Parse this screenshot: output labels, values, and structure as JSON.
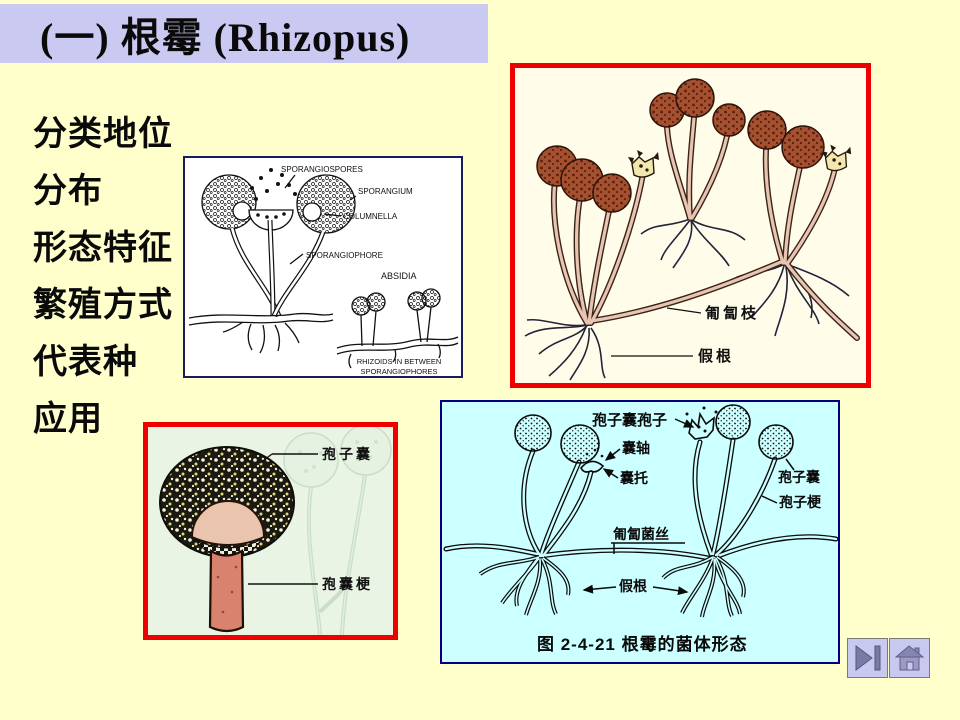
{
  "palette": {
    "slide_bg": "#FFFFCC",
    "title_bg": "#C9C9F2",
    "red_border": "#EE0000",
    "navy_border": "#00007F",
    "cyan_bg": "#CCFFFF",
    "mint_bg": "#E9F4E5",
    "photo_bg": "#FFFDEA",
    "nav_button_bg": "#C9C9EF",
    "nav_icon_color": "#7A7AA6",
    "sporangium_brown": "#A5502E",
    "stalk_pink": "#D9826E"
  },
  "title": {
    "text": "(一) 根霉 (Rhizopus)"
  },
  "topics": {
    "items": [
      "分类地位",
      "分布",
      "形态特征",
      "繁殖方式",
      "代表种",
      "应用"
    ]
  },
  "absidia_diagram": {
    "labels": {
      "sporangiospores": "SPORANGIOSPORES",
      "sporangium": "SPORANGIUM",
      "columnella": "COLUMNELLA",
      "sporangiophore": "SPORANGIOPHORE",
      "absidia": "ABSIDIA",
      "rhizoids_line1": "RHIZOIDS IN BETWEEN",
      "rhizoids_line2": "SPORANGIOPHORES"
    }
  },
  "rhizopus_photo": {
    "labels": {
      "stolon": "匍匐枝",
      "rhizoid": "假根"
    }
  },
  "sporangium_photo": {
    "labels": {
      "sporangium": "孢子囊",
      "sporangiophore": "孢囊梗"
    }
  },
  "morphology_diagram": {
    "labels": {
      "sporangiospore": "孢子囊孢子",
      "columella": "囊轴",
      "apophysis": "囊托",
      "sporangium": "孢子囊",
      "sporophore": "孢子梗",
      "stolon": "匍匐菌丝",
      "rhizoid": "假根"
    },
    "caption": "图 2-4-21  根霉的菌体形态"
  },
  "nav": {
    "next_icon": "skip-to-end",
    "home_icon": "home"
  }
}
